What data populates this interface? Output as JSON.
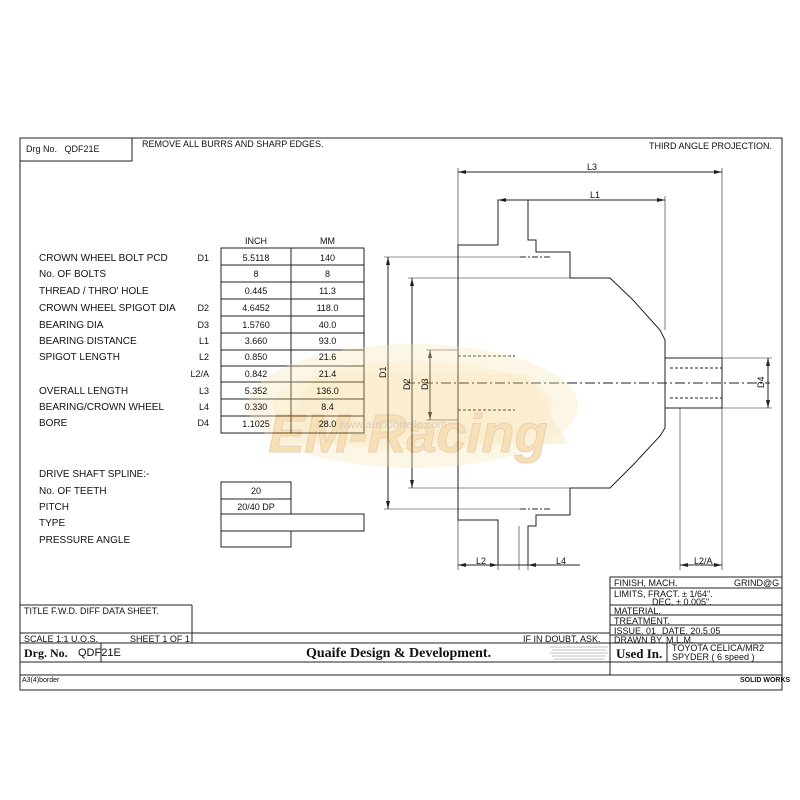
{
  "header": {
    "drg_label": "Drg No.",
    "drg_number": "QDF21E",
    "note": "REMOVE ALL BURRS AND SHARP EDGES.",
    "projection": "THIRD ANGLE PROJECTION."
  },
  "table": {
    "col_inch": "INCH",
    "col_mm": "MM",
    "rows": [
      {
        "label": "CROWN WHEEL BOLT PCD",
        "code": "D1",
        "inch": "5.5118",
        "mm": "140"
      },
      {
        "label": "No. OF BOLTS",
        "code": "",
        "inch": "8",
        "mm": "8"
      },
      {
        "label": "THREAD / THRO' HOLE",
        "code": "",
        "inch": "0.445",
        "mm": "11.3"
      },
      {
        "label": "CROWN WHEEL SPIGOT DIA",
        "code": "D2",
        "inch": "4.6452",
        "mm": "118.0"
      },
      {
        "label": "BEARING DIA",
        "code": "D3",
        "inch": "1.5760",
        "mm": "40.0"
      },
      {
        "label": "BEARING DISTANCE",
        "code": "L1",
        "inch": "3.660",
        "mm": "93.0"
      },
      {
        "label": "SPIGOT LENGTH",
        "code": "L2",
        "inch": "0.850",
        "mm": "21.6"
      },
      {
        "label": "",
        "code": "L2/A",
        "inch": "0.842",
        "mm": "21.4"
      },
      {
        "label": "OVERALL LENGTH",
        "code": "L3",
        "inch": "5.352",
        "mm": "136.0"
      },
      {
        "label": "BEARING/CROWN WHEEL",
        "code": "L4",
        "inch": "0.330",
        "mm": "8.4"
      },
      {
        "label": "BORE",
        "code": "D4",
        "inch": "1.1025",
        "mm": "28.0"
      }
    ]
  },
  "spline": {
    "title": "DRIVE SHAFT SPLINE:-",
    "teeth_label": "No. OF TEETH",
    "teeth_value": "20",
    "pitch_label": "PITCH",
    "pitch_value": "20/40 DP",
    "type_label": "TYPE",
    "type_value": "",
    "pressure_label": "PRESSURE ANGLE",
    "pressure_value": ""
  },
  "drawing": {
    "dims": {
      "l3": "L3",
      "l1": "L1",
      "l2": "L2",
      "l4": "L4",
      "l2a": "L2/A",
      "d1": "D1",
      "d2": "D2",
      "d3": "D3",
      "d4": "D4"
    }
  },
  "watermark": {
    "brand": "EM-Racing",
    "url": "www.autoportello.com"
  },
  "title_block": {
    "finish": "FINISH, MACH.",
    "grind": "GRIND@G",
    "limits_fract": "LIMITS, FRACT. ± 1/64\".",
    "limits_dec": "DEC. ± 0.005\".",
    "material": "MATERIAL.",
    "treatment": "TREATMENT.",
    "issue": "ISSUE. 01",
    "date": "DATE. 20.5.05",
    "drawn_by": "DRAWN BY. M.L.M.",
    "used_in_label": "Used In.",
    "used_in_1": "TOYOTA CELICA/MR2",
    "used_in_2": "SPYDER ( 6 speed )",
    "title": "TITLE F.W.D. DIFF DATA SHEET.",
    "scale": "SCALE 1:1 U.O.S.",
    "sheet": "SHEET 1 OF 1",
    "if_in_doubt": "IF IN DOUBT, ASK.",
    "drg_label": "Drg. No.",
    "drg_number": "QDF21E",
    "company": "Quaife Design & Development.",
    "border": "A3(4)border",
    "software": "SOLID WORKS"
  }
}
